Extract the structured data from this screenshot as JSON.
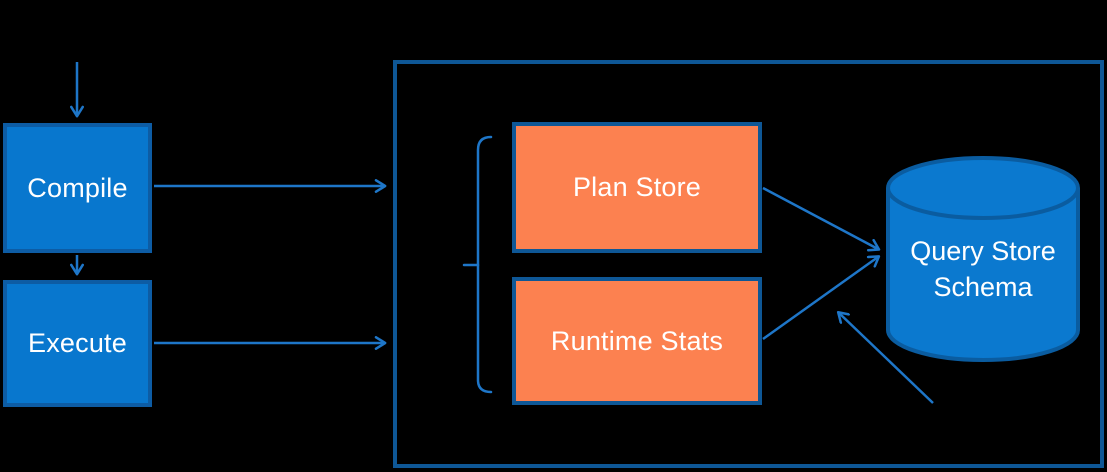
{
  "colors": {
    "background": "#000000",
    "process_fill": "#0877CE",
    "process_border": "#0D5CA4",
    "store_fill": "#FC8150",
    "store_border": "#0E5796",
    "container_border": "#0E5796",
    "arrow": "#1E76C8",
    "cylinder_fill": "#0B79CF",
    "cylinder_border": "#0A5CA0",
    "label_text": "#FFFFFF"
  },
  "nodes": {
    "compile": {
      "label": "Compile"
    },
    "execute": {
      "label": "Execute"
    },
    "plan_store": {
      "label": "Plan Store"
    },
    "runtime_stats": {
      "label": "Runtime Stats"
    },
    "query_store_schema": {
      "label": "Query Store Schema"
    }
  },
  "edges": [
    {
      "from": "external-top",
      "to": "compile"
    },
    {
      "from": "compile",
      "to": "execute"
    },
    {
      "from": "compile",
      "to": "query-store-container"
    },
    {
      "from": "execute",
      "to": "query-store-container"
    },
    {
      "from": "plan-store",
      "to": "query-store-schema"
    },
    {
      "from": "runtime-stats",
      "to": "query-store-schema"
    },
    {
      "from": "external-bottom-right",
      "to": "query-store-schema"
    }
  ]
}
